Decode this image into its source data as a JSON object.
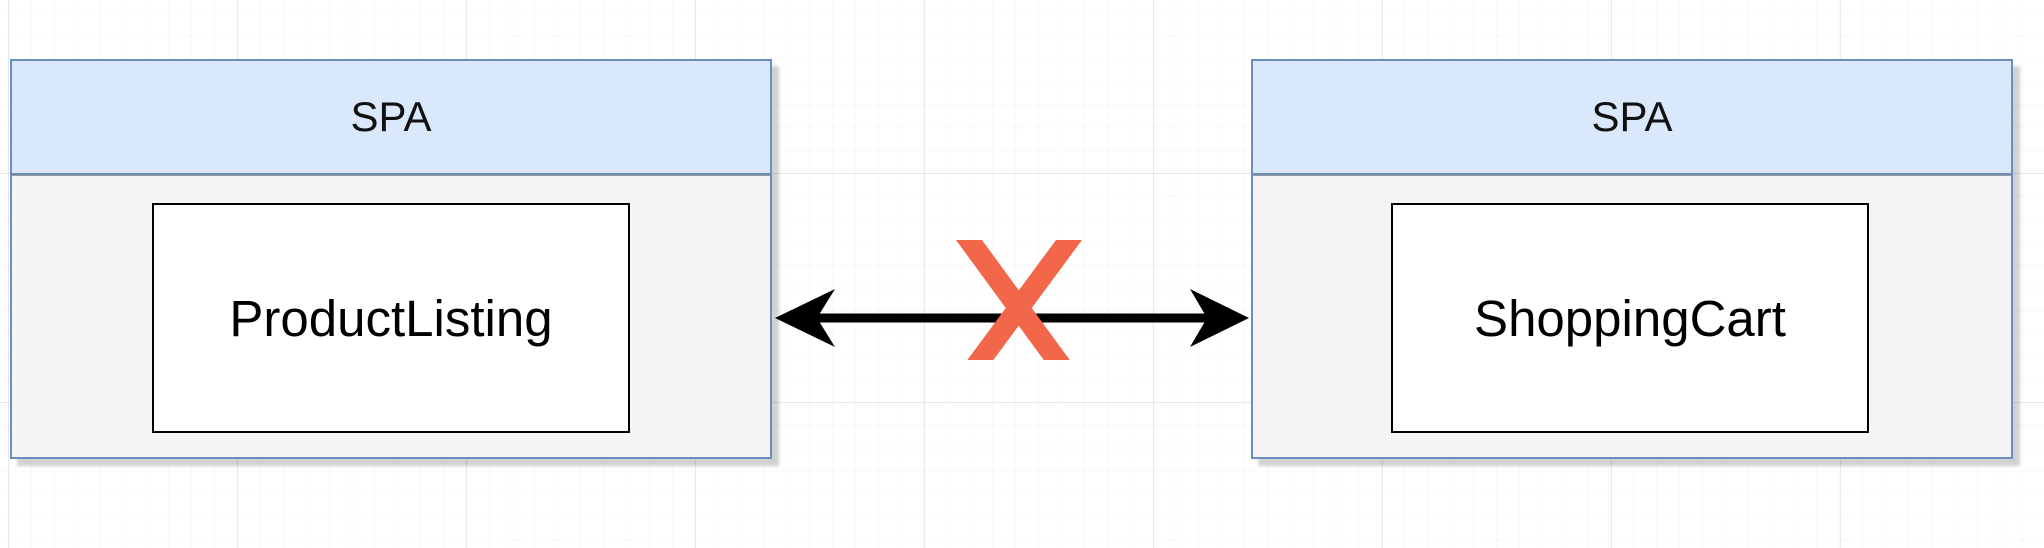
{
  "diagram": {
    "left_app": {
      "header": "SPA",
      "component": "ProductListing"
    },
    "right_app": {
      "header": "SPA",
      "component": "ShoppingCart"
    },
    "connector": {
      "type": "bidirectional-arrow",
      "status": "blocked",
      "mark_color": "#f2674a"
    }
  },
  "colors": {
    "header_fill": "#dae8fc",
    "header_border": "#6c8ebf",
    "container_fill": "#f5f5f5",
    "component_fill": "#ffffff",
    "arrow": "#000000",
    "cross": "#f2674a"
  }
}
